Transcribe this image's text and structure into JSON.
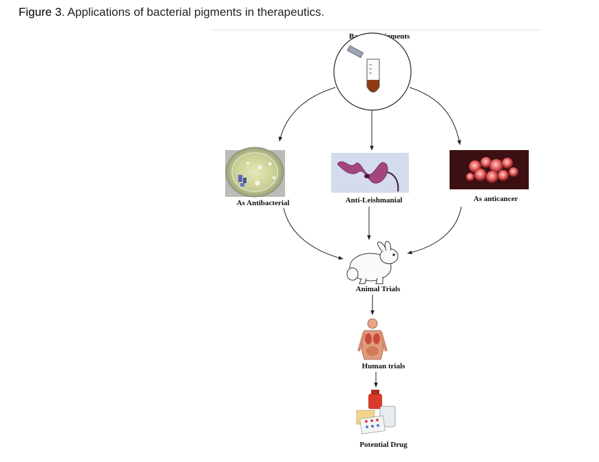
{
  "caption": {
    "figure_label": "Figure 3",
    "text": ". Applications of bacterial pigments in therapeutics."
  },
  "diagram": {
    "source": "Bacterial  pigments",
    "applications": [
      "As Antibacterial",
      "Anti-Leishmanial",
      "As anticancer"
    ],
    "stages": [
      "Animal Trials",
      "Human trials",
      "Potential Drug"
    ]
  },
  "icons": {
    "source": "test-tube-icon",
    "antibacterial": "petri-dish-icon",
    "leishmanial": "parasite-icon",
    "anticancer": "cancer-cells-icon",
    "animal": "rabbit-icon",
    "human": "human-anatomy-icon",
    "drug": "medicine-icon"
  }
}
